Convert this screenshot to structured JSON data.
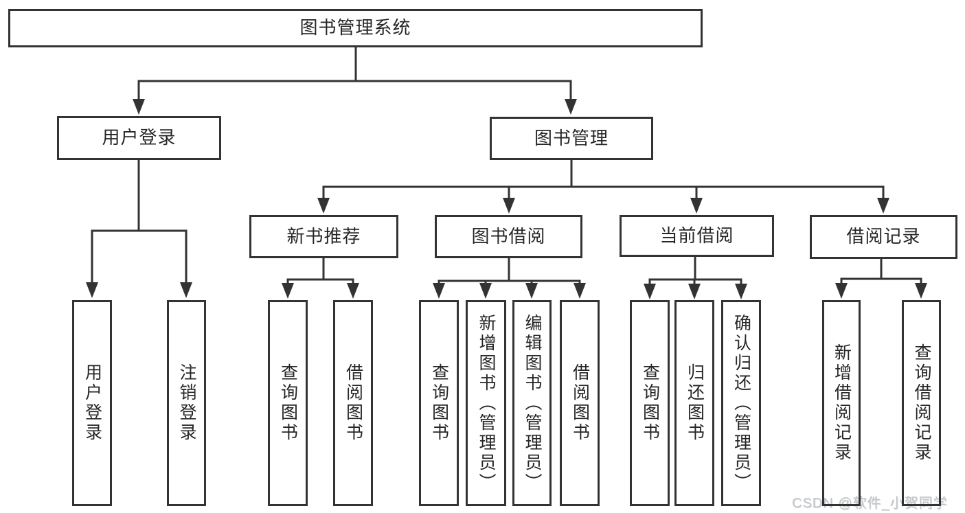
{
  "tree": {
    "label": "图书管理系统",
    "children": [
      {
        "label": "用户登录",
        "children": [
          {
            "label": "用户登录"
          },
          {
            "label": "注销登录"
          }
        ]
      },
      {
        "label": "图书管理",
        "children": [
          {
            "label": "新书推荐",
            "children": [
              {
                "label": "查询图书"
              },
              {
                "label": "借阅图书"
              }
            ]
          },
          {
            "label": "图书借阅",
            "children": [
              {
                "label": "查询图书"
              },
              {
                "label": "新增图书（管理员）"
              },
              {
                "label": "编辑图书（管理员）"
              },
              {
                "label": "借阅图书"
              }
            ]
          },
          {
            "label": "当前借阅",
            "children": [
              {
                "label": "查询图书"
              },
              {
                "label": "归还图书"
              },
              {
                "label": "确认归还（管理员）"
              }
            ]
          },
          {
            "label": "借阅记录",
            "children": [
              {
                "label": "新增借阅记录"
              },
              {
                "label": "查询借阅记录"
              }
            ]
          }
        ]
      }
    ]
  },
  "watermark": {
    "text": "CSDN @软件_小贺同学"
  },
  "colors": {
    "line": "#333333",
    "box_border": "#333333",
    "text": "#262626",
    "watermark": "#c2c6ca",
    "background": "#ffffff"
  }
}
